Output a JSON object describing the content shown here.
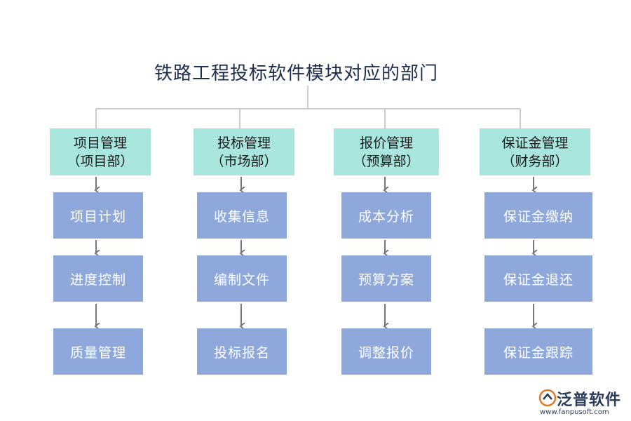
{
  "title": "铁路工程投标软件模块对应的部门",
  "columns": [
    {
      "dept_name": "项目管理",
      "dept_unit": "（项目部）",
      "modules": [
        "项目计划",
        "进度控制",
        "质量管理"
      ]
    },
    {
      "dept_name": "投标管理",
      "dept_unit": "（市场部）",
      "modules": [
        "收集信息",
        "编制文件",
        "投标报名"
      ]
    },
    {
      "dept_name": "报价管理",
      "dept_unit": "（预算部）",
      "modules": [
        "成本分析",
        "预算方案",
        "调整报价"
      ]
    },
    {
      "dept_name": "保证金管理",
      "dept_unit": "（财务部）",
      "modules": [
        "保证金缴纳",
        "保证金退还",
        "保证金跟踪"
      ]
    }
  ],
  "logo": {
    "name": "泛普软件",
    "url": "www.fanpusoft.com"
  },
  "colors": {
    "dept_fill": "#a8e6de",
    "module_fill": "#8fa8dc",
    "connector": "#888888",
    "title": "#1f2f4f"
  }
}
